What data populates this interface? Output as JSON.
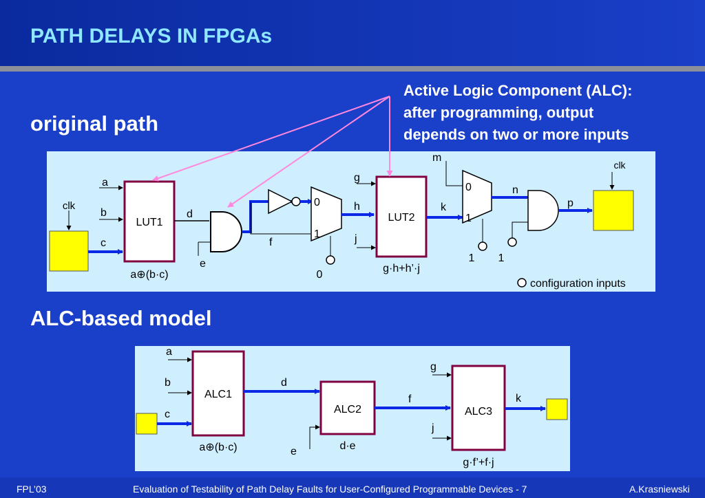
{
  "slide": {
    "title": "PATH DELAYS IN FPGAs",
    "original_heading": "original path",
    "alc_heading": "ALC-based model",
    "note_lines": [
      "Active Logic Component (ALC):",
      "after programming, output",
      "depends on two or more inputs"
    ]
  },
  "original": {
    "inputs": {
      "a": "a",
      "b": "b",
      "c": "c",
      "clk_left": "clk",
      "clk_right": "clk"
    },
    "lut1": {
      "label": "LUT1",
      "func": "a⊕(b·c)"
    },
    "lut2": {
      "label": "LUT2",
      "func": "g·h+h’·j"
    },
    "signals": {
      "d": "d",
      "e": "e",
      "f": "f",
      "g": "g",
      "h": "h",
      "j": "j",
      "k": "k",
      "m": "m",
      "n": "n",
      "p": "p"
    },
    "mux1": {
      "in0": "0",
      "in1": "1",
      "config_value": "0"
    },
    "mux2": {
      "in0": "0",
      "in1": "1",
      "config_value": "1"
    },
    "and2_config_value": "1",
    "legend": "configuration inputs"
  },
  "alc": {
    "inputs": {
      "a": "a",
      "b": "b",
      "c": "c",
      "e": "e",
      "g": "g",
      "j": "j"
    },
    "signals": {
      "d": "d",
      "f": "f",
      "k": "k"
    },
    "alc1": {
      "label": "ALC1",
      "func": "a⊕(b·c)"
    },
    "alc2": {
      "label": "ALC2",
      "func": "d·e"
    },
    "alc3": {
      "label": "ALC3",
      "func": "g·f’+f·j"
    }
  },
  "footer": {
    "left": "FPL’03",
    "center": "Evaluation of Testability of Path Delay Faults for User-Configured Programmable Devices - 7",
    "right": "A.Krasniewski"
  },
  "colors": {
    "background": "#1a3fc8",
    "header_band": "#0f2ea0",
    "title": "#8fe8ff",
    "panel": "#cfefff",
    "block_border": "#800040",
    "path": "#0a28e6",
    "arrow_pointer": "#ff88dd",
    "register": "#ffff00"
  }
}
